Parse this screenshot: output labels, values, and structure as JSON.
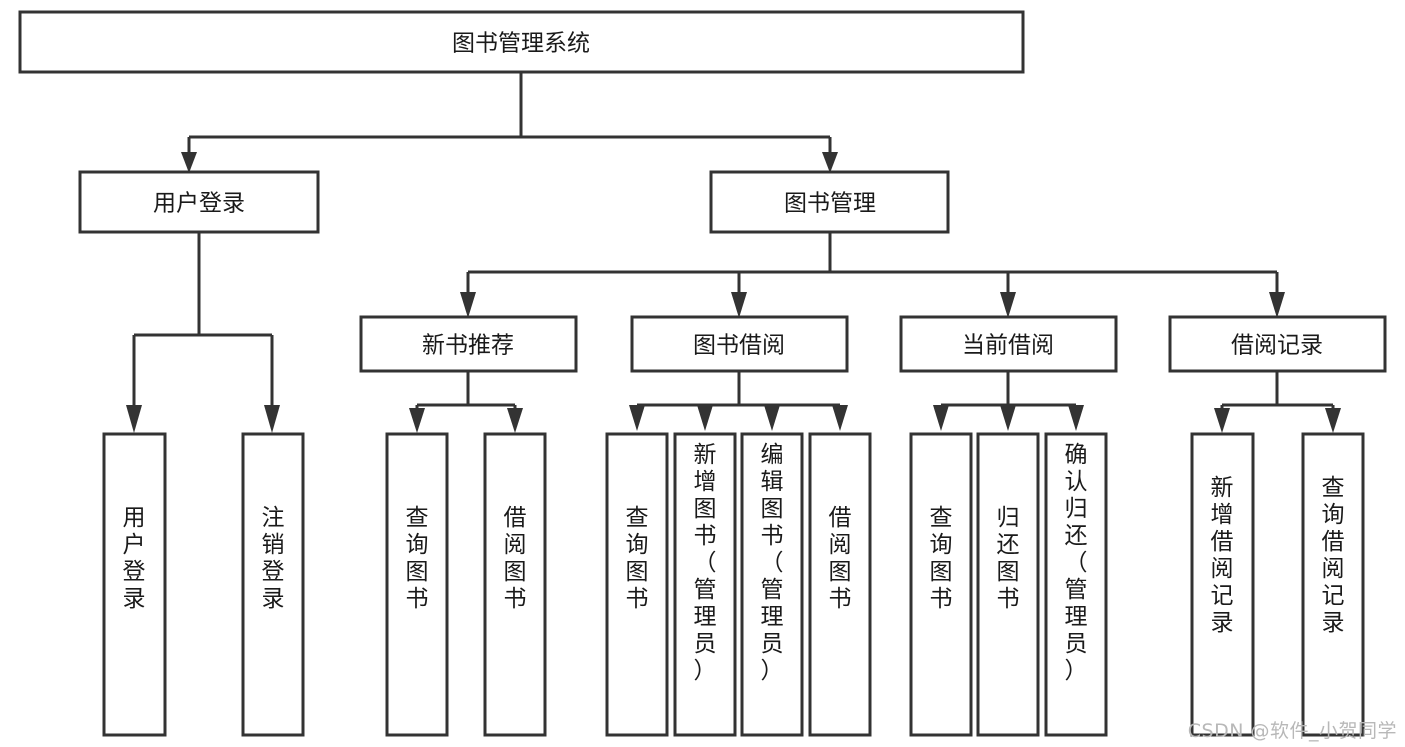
{
  "diagram": {
    "type": "tree",
    "title": "图书管理系统",
    "watermark": "CSDN @软件_小贺同学",
    "colors": {
      "box_stroke": "#333333",
      "box_fill": "#ffffff",
      "text": "#1a1a1a",
      "background": "#ffffff",
      "watermark": "#b8b8b8"
    },
    "nodes": {
      "root": {
        "label": "图书管理系统"
      },
      "level1": [
        {
          "id": "user-login",
          "label": "用户登录"
        },
        {
          "id": "book-management",
          "label": "图书管理"
        }
      ],
      "level2": [
        {
          "id": "new-book-recommend",
          "label": "新书推荐",
          "parent": "book-management"
        },
        {
          "id": "book-borrow",
          "label": "图书借阅",
          "parent": "book-management"
        },
        {
          "id": "current-borrow",
          "label": "当前借阅",
          "parent": "book-management"
        },
        {
          "id": "borrow-record",
          "label": "借阅记录",
          "parent": "book-management"
        }
      ],
      "leaves": [
        {
          "id": "leaf-user-login",
          "label": "用户登录",
          "parent": "user-login"
        },
        {
          "id": "leaf-logout-login",
          "label": "注销登录",
          "parent": "user-login"
        },
        {
          "id": "leaf-query-book-1",
          "label": "查询图书",
          "parent": "new-book-recommend"
        },
        {
          "id": "leaf-borrow-book-1",
          "label": "借阅图书",
          "parent": "new-book-recommend"
        },
        {
          "id": "leaf-query-book-2",
          "label": "查询图书",
          "parent": "book-borrow"
        },
        {
          "id": "leaf-add-book",
          "label": "新增图书（管理员）",
          "parent": "book-borrow"
        },
        {
          "id": "leaf-edit-book",
          "label": "编辑图书（管理员）",
          "parent": "book-borrow"
        },
        {
          "id": "leaf-borrow-book-2",
          "label": "借阅图书",
          "parent": "book-borrow"
        },
        {
          "id": "leaf-query-book-3",
          "label": "查询图书",
          "parent": "current-borrow"
        },
        {
          "id": "leaf-return-book",
          "label": "归还图书",
          "parent": "current-borrow"
        },
        {
          "id": "leaf-confirm-return",
          "label": "确认归还（管理员）",
          "parent": "current-borrow"
        },
        {
          "id": "leaf-add-record",
          "label": "新增借阅记录",
          "parent": "borrow-record"
        },
        {
          "id": "leaf-query-record",
          "label": "查询借阅记录",
          "parent": "borrow-record"
        }
      ]
    }
  }
}
